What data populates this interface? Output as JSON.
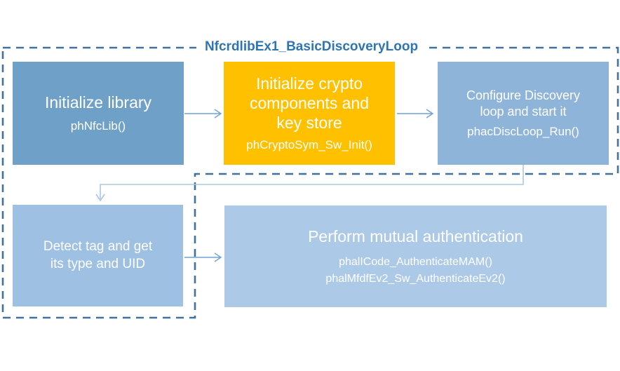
{
  "diagram": {
    "title": "NfcrdlibEx1_BasicDiscoveryLoop",
    "colors": {
      "box_initialize_library": "#6FA0C8",
      "box_initialize_crypto": "#FFC000",
      "box_configure_discovery": "#8EB4DA",
      "box_detect_tag": "#9DC0E3",
      "box_perform_auth": "#ACC9E8",
      "dashed_border": "#41719C",
      "title_text": "#2E75B6",
      "arrow": "#6FA3D4",
      "elbow_connector": "#A9C7E6",
      "box_text": "#FFFFFF"
    },
    "boxes": [
      {
        "id": "initialize-library",
        "title": "Initialize library",
        "subtitle": "phNfcLib()"
      },
      {
        "id": "initialize-crypto-components",
        "title": "Initialize crypto components and key store",
        "subtitle": "phCryptoSym_Sw_Init()"
      },
      {
        "id": "configure-discovery-loop",
        "title": "Configure Discovery loop and start it",
        "subtitle": "phacDiscLoop_Run()"
      },
      {
        "id": "detect-tag",
        "title": "Detect tag and get its type and UID"
      },
      {
        "id": "perform-mutual-authentication",
        "title": "Perform mutual authentication",
        "subtitle": "phalICode_AuthenticateMAM()",
        "subtitle2": "phalMfdfEv2_Sw_AuthenticateEv2()"
      }
    ],
    "connections": [
      {
        "from": "initialize-library",
        "to": "initialize-crypto-components"
      },
      {
        "from": "initialize-crypto-components",
        "to": "configure-discovery-loop"
      },
      {
        "from": "configure-discovery-loop",
        "to": "detect-tag"
      },
      {
        "from": "detect-tag",
        "to": "perform-mutual-authentication"
      }
    ]
  }
}
